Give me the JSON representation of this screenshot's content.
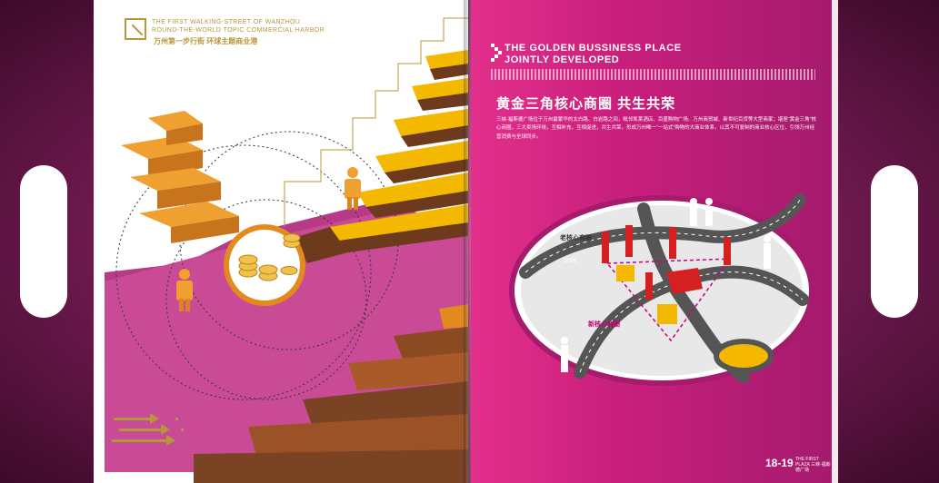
{
  "left_page": {
    "header_en_line1": "THE FIRST WALKING-STREET OF WANZHOU",
    "header_en_line2": "ROUND-THE-WORLD TOPIC COMMERCIAL HARBOR",
    "header_cn": "万州第一步行街  环球主题商业港",
    "logo": "arrow-logo"
  },
  "right_page": {
    "headline_en_line1": "THE GOLDEN BUSSINESS PLACE",
    "headline_en_line2": "JOINTLY DEVELOPED",
    "title_cn": "黄金三角核心商圈  共生共荣",
    "body_cn": "三峡·福斯德广场位于万州最繁华的太白路、白岩路之间，毗邻凯莱酒店、百盛购物广场、万州商贸城、新世纪百货等大型商家；堪居“黄金三角”核心商圈，三大卖场环绕，互相补充，互相促进，共生共荣，形成万州唯一“一站式”购物的大商业体系，以其不可复制的商业核心区位，引领万州经营消费与全球同步。",
    "map_labels": {
      "old_district": "老核心商圈",
      "new_district": "新核心商圈",
      "road_baiyan": "白岩路"
    },
    "page_numbers": "18-19",
    "brand_small": "THE FIRST PLAZA 三峡·福斯德广场"
  },
  "colors": {
    "magenta": "#d6267f",
    "gold": "#f5b800",
    "brown": "#7a4324",
    "orange": "#e38a1f"
  }
}
